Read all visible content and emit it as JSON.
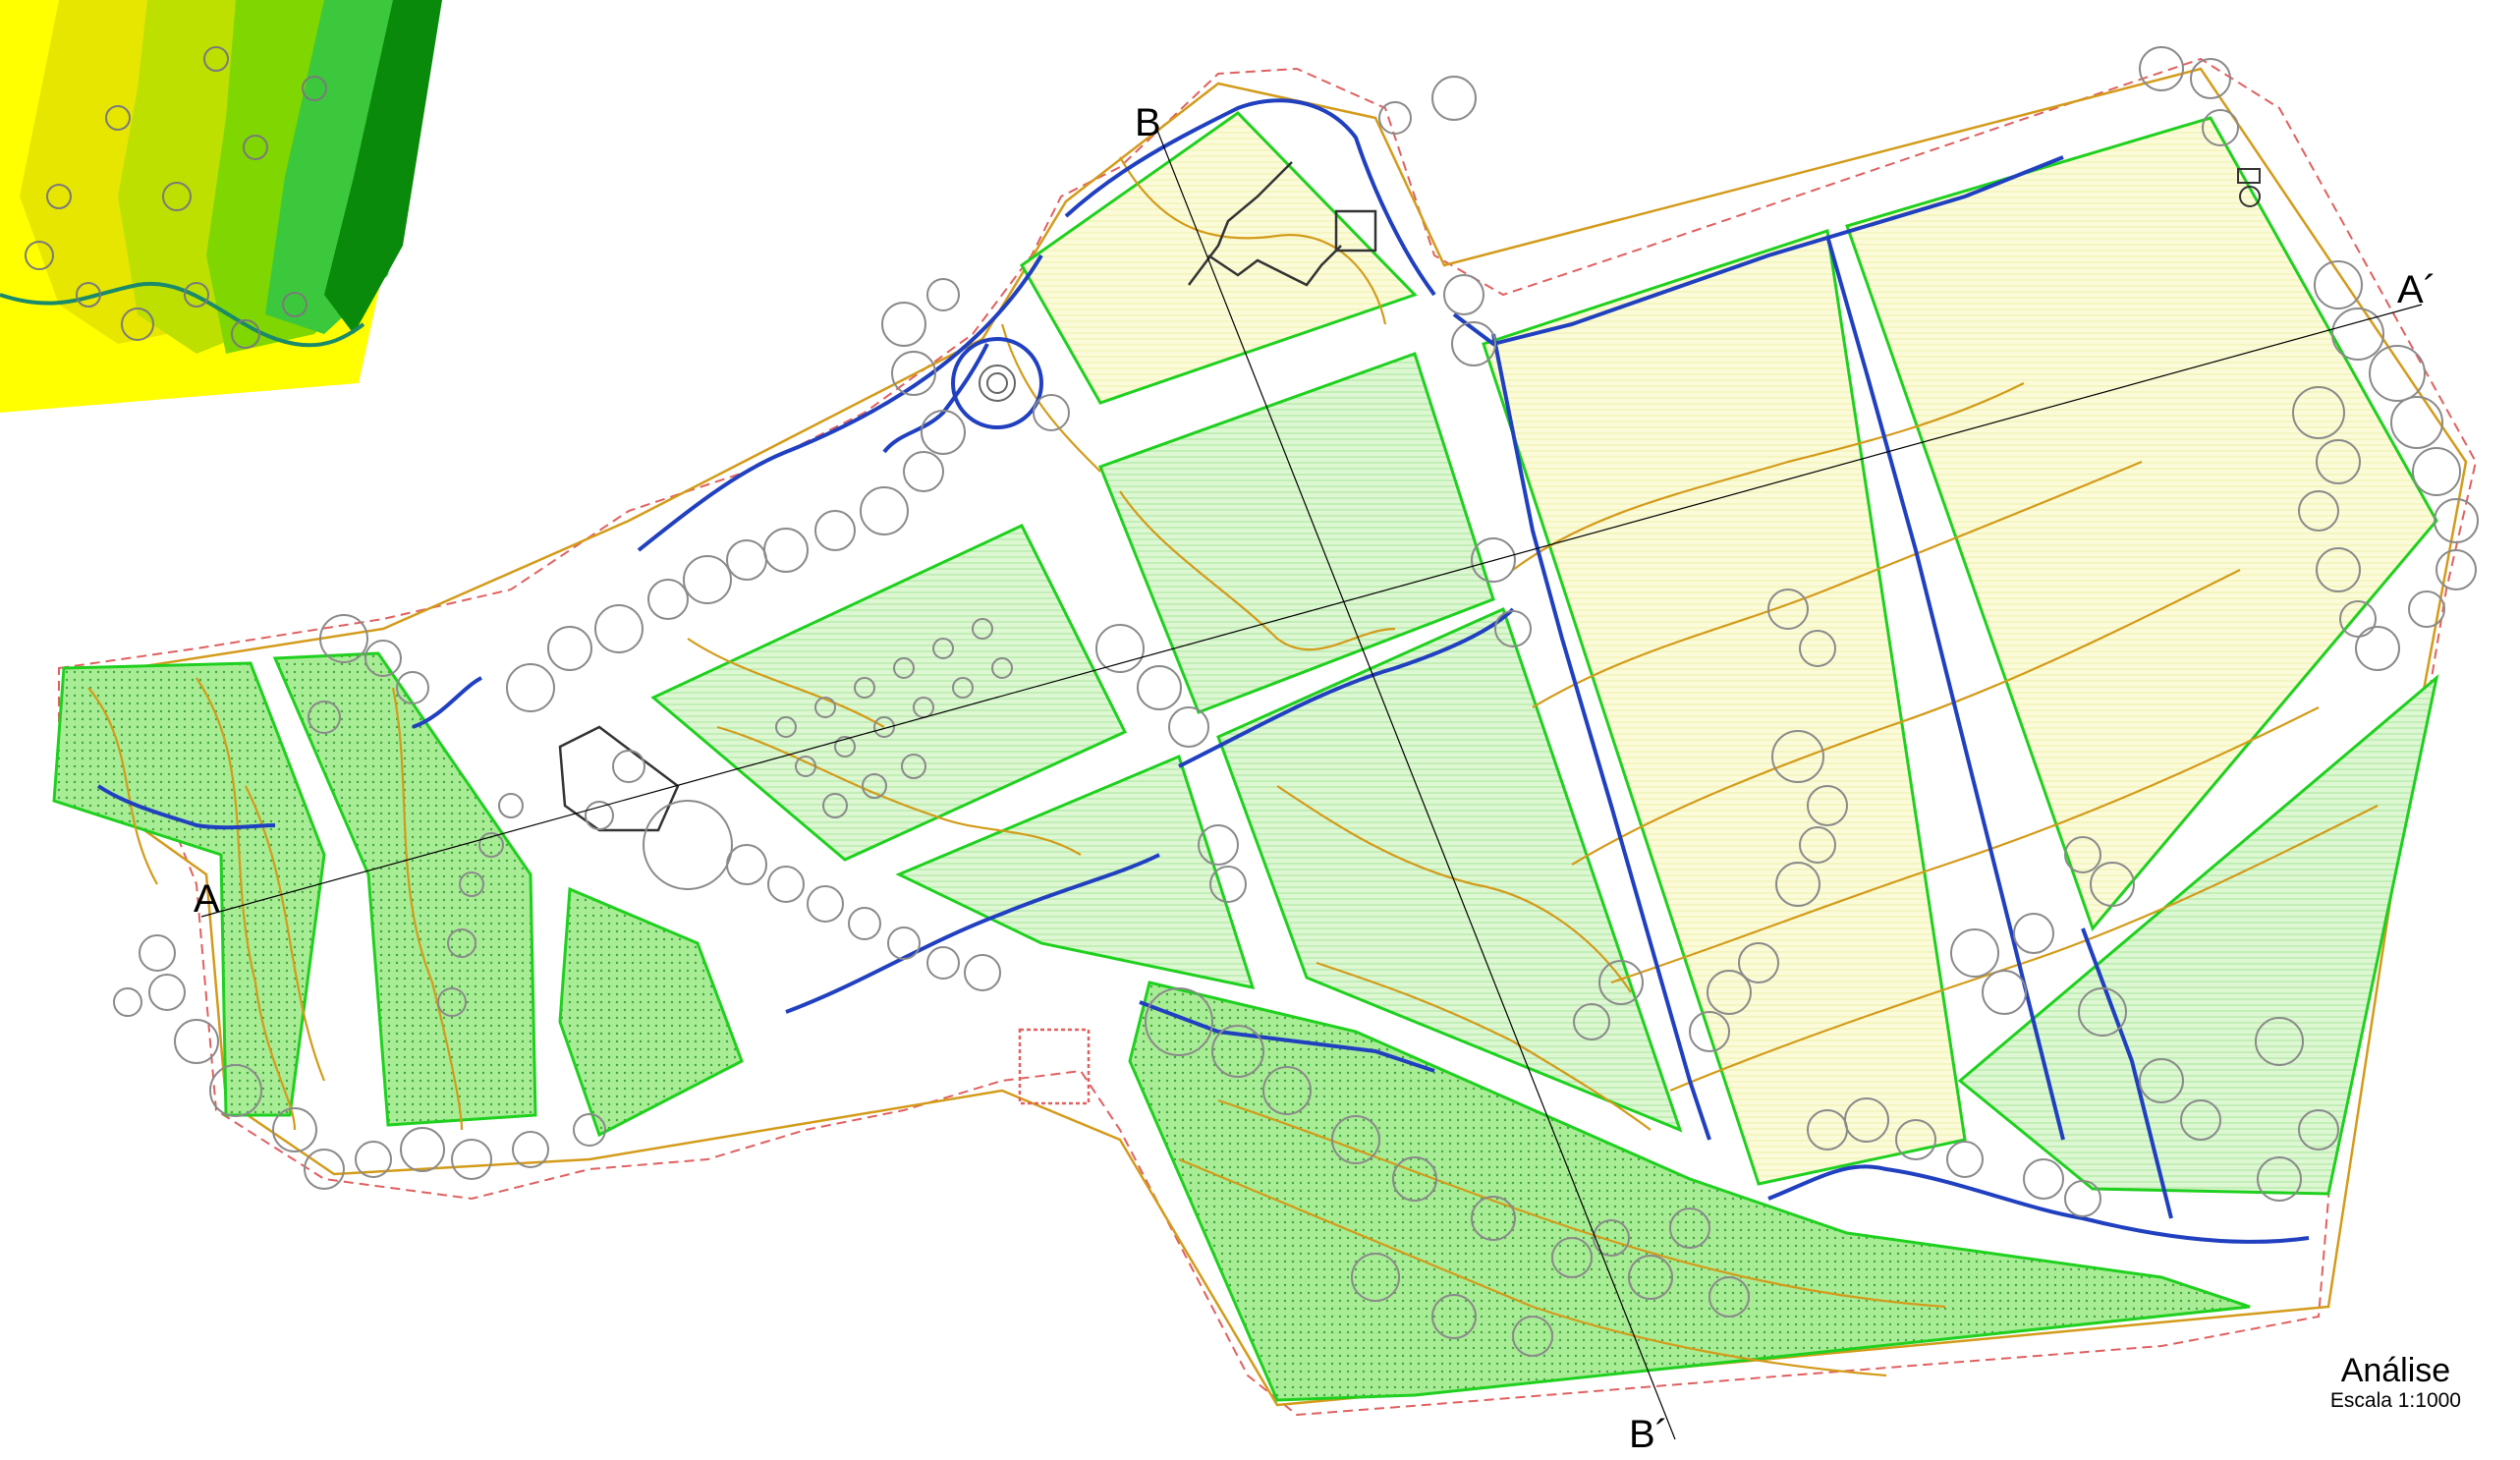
{
  "plan": {
    "title": "Análise",
    "scale": "Escala 1:1000"
  },
  "section_labels": {
    "a": "A",
    "a_prime": "A´",
    "b": "B",
    "b_prime": "B´"
  },
  "colors": {
    "area_green_fill": "#d8f7cf",
    "area_green_dense_fill": "#a9ec96",
    "area_green_stroke": "#1fd01f",
    "area_yellow_fill": "#fafad2",
    "contour": "#d39b1a",
    "path_blue": "#2040c0",
    "boundary_dash": "#e06060",
    "tree_outline": "#8a8a8a",
    "relief_yellow": "#ffff00",
    "relief_olive": "#d9d900",
    "relief_lime": "#9fdc00",
    "relief_green": "#3cc83c",
    "relief_dark_green": "#0a8a0a"
  }
}
